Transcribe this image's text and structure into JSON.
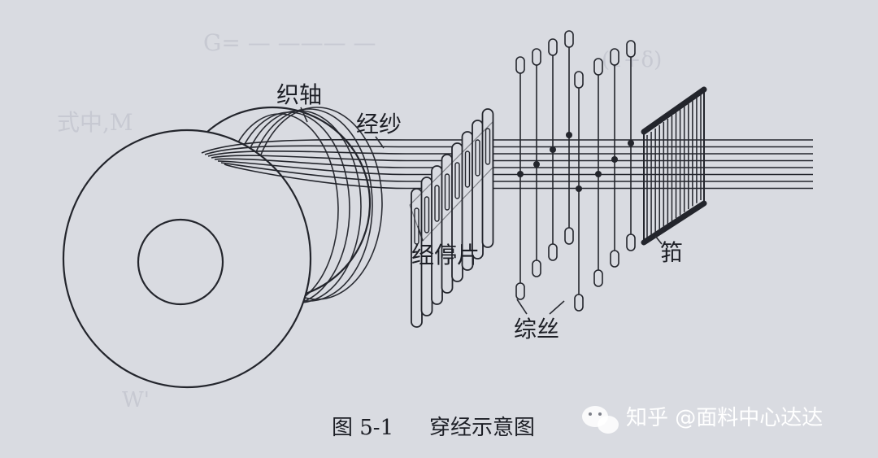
{
  "labels": {
    "beam": "织轴",
    "warp_yarn": "经纱",
    "drop_wire": "经停片",
    "heald": "综丝",
    "reed": "筘"
  },
  "caption": {
    "figure_no": "图 5-1",
    "title": "穿经示意图"
  },
  "watermark": {
    "text": "知乎 @面料中心达达"
  },
  "colors": {
    "background": "#d9dbe1",
    "ink": "#23252c",
    "watermark": "#ffffff"
  }
}
